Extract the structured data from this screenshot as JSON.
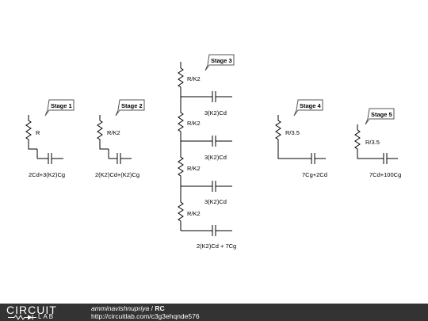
{
  "circuit": {
    "stages": [
      {
        "id": "stage1",
        "label": "Stage 1",
        "resistor": "R",
        "capacitor": "2Cd+3(K2)Cg"
      },
      {
        "id": "stage2",
        "label": "Stage 2",
        "resistor": "R/K2",
        "capacitor": "2(K2)Cd+(K2)Cg"
      },
      {
        "id": "stage3",
        "label": "Stage 3",
        "resistors": [
          "R/K2",
          "R/K2",
          "R/K2",
          "R/K2"
        ],
        "capacitors": [
          "3(K2)Cd",
          "3(K2)Cd",
          "3(K2)Cd",
          "2(K2)Cd + 7Cg"
        ]
      },
      {
        "id": "stage4",
        "label": "Stage 4",
        "resistor": "R/3.5",
        "capacitor": "7Cg+2Cd"
      },
      {
        "id": "stage5",
        "label": "Stage 5",
        "resistor": "R/3.5",
        "capacitor": "7Cd+100Cg"
      }
    ]
  },
  "footer": {
    "logo_top": "CIRCUIT",
    "logo_bottom": "LAB",
    "author": "amminavishnupriya",
    "separator": " / ",
    "title": "RC",
    "url": "http://circuitlab.com/c3g3ehqnde576"
  },
  "colors": {
    "footer_bg": "#333333",
    "wire": "#000000"
  }
}
